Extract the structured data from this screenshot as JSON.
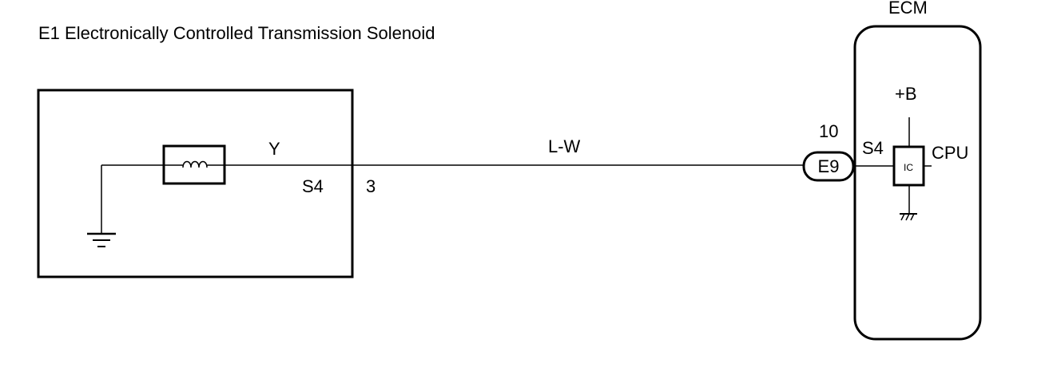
{
  "title": "E1 Electronically Controlled Transmission Solenoid",
  "solenoid": {
    "wire_color": "Y",
    "terminal_name": "S4",
    "terminal_number": "3"
  },
  "harness": {
    "wire_color": "L-W"
  },
  "ecm": {
    "label": "ECM",
    "connector_id": "E9",
    "connector_pin": "10",
    "terminal_name": "S4",
    "power_label": "+B",
    "ic_label": "IC",
    "cpu_label": "CPU"
  }
}
